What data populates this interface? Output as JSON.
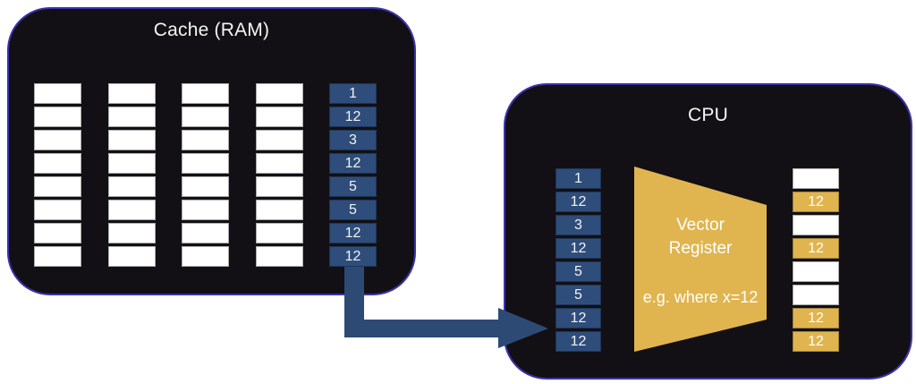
{
  "colors": {
    "box_fill": "#121014",
    "box_border": "#3a33ab",
    "cell_blue": "#2e4d7b",
    "cell_gold": "#e0b54f",
    "cell_white": "#ffffff",
    "arrow": "#2d4a75"
  },
  "cache": {
    "title": "Cache (RAM)",
    "empty_columns": 4,
    "rows": 8,
    "vector_column": [
      "1",
      "12",
      "3",
      "12",
      "5",
      "5",
      "12",
      "12"
    ]
  },
  "cpu": {
    "title": "CPU",
    "input_column": [
      "1",
      "12",
      "3",
      "12",
      "5",
      "5",
      "12",
      "12"
    ],
    "vector_register": {
      "label_line1": "Vector",
      "label_line2": "Register",
      "caption": "e.g. where x=12"
    },
    "result_column": [
      {
        "value": "",
        "highlight": false
      },
      {
        "value": "12",
        "highlight": true
      },
      {
        "value": "",
        "highlight": false
      },
      {
        "value": "12",
        "highlight": true
      },
      {
        "value": "",
        "highlight": false
      },
      {
        "value": "",
        "highlight": false
      },
      {
        "value": "12",
        "highlight": true
      },
      {
        "value": "12",
        "highlight": true
      }
    ]
  }
}
